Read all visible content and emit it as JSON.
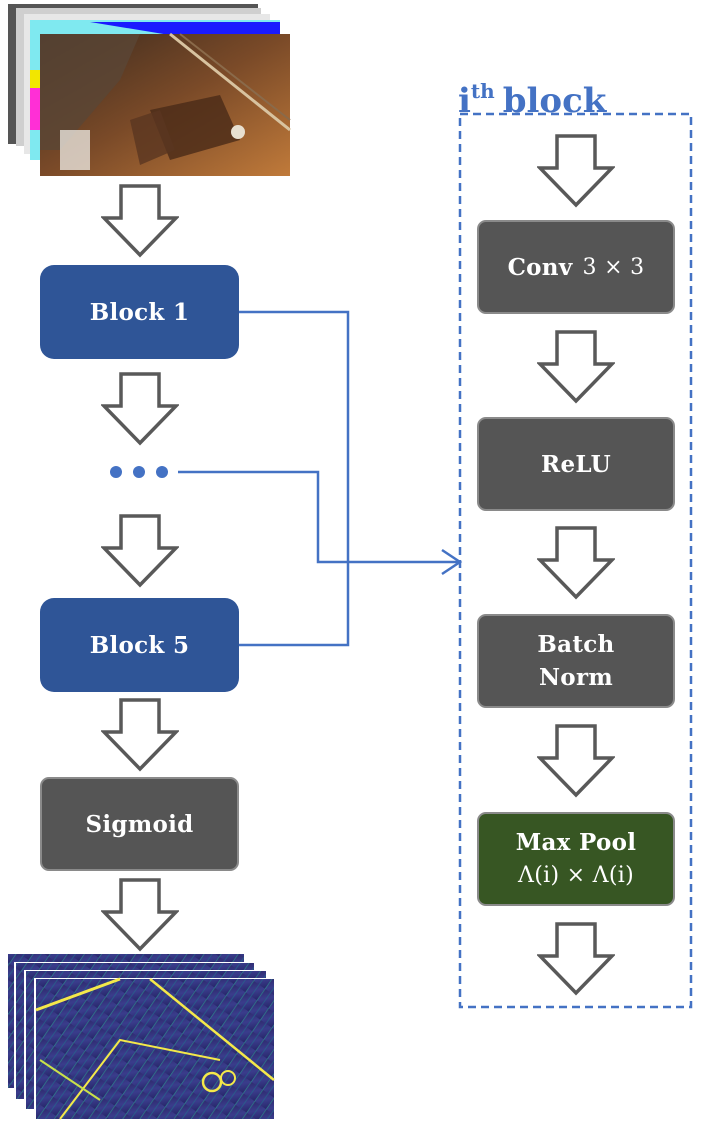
{
  "left_column": {
    "block_first_label": "Block 1",
    "block_last_label": "Block 5",
    "sigmoid_label": "Sigmoid"
  },
  "ith_block": {
    "title_main": "i",
    "title_sup": "th",
    "title_word": "block",
    "conv_label": "Conv",
    "conv_math": "3 × 3",
    "relu_label": "ReLU",
    "batchnorm_line1": "Batch",
    "batchnorm_line2": "Norm",
    "maxpool_line1": "Max Pool",
    "maxpool_math": "Λ(i) × Λ(i)"
  },
  "colors": {
    "block_blue": "#2f5597",
    "box_gray": "#555555",
    "box_green": "#375623",
    "connector_blue": "#4472c4",
    "arrow_outline": "#595959"
  },
  "images": {
    "input_image_icon": "input-rgb-frames-stack",
    "output_image_icon": "output-heatmap-frames-stack"
  }
}
